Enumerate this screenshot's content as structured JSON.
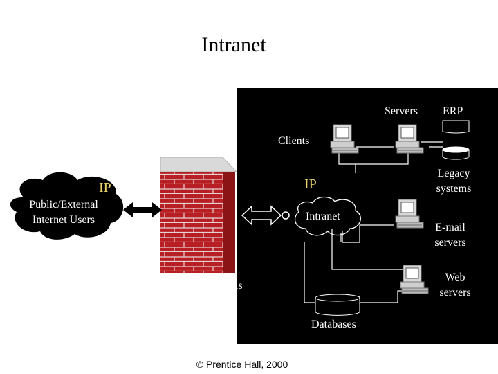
{
  "title": "Intranet",
  "labels": {
    "servers": "Servers",
    "erp": "ERP",
    "clients": "Clients",
    "legacy": "Legacy\nsystems",
    "ip_right": "IP",
    "ip_left": "IP",
    "public": "Public/External\nInternet Users",
    "intranet": "Intranet",
    "email": "E-mail\nservers",
    "web": "Web\nservers",
    "firewalls": "Firewalls",
    "databases": "Databases"
  },
  "footer": "© Prentice Hall, 2000",
  "colors": {
    "background": "#ffffff",
    "panel": "#000000",
    "brick": "#c0262a",
    "ip_text": "#e8d26a"
  }
}
